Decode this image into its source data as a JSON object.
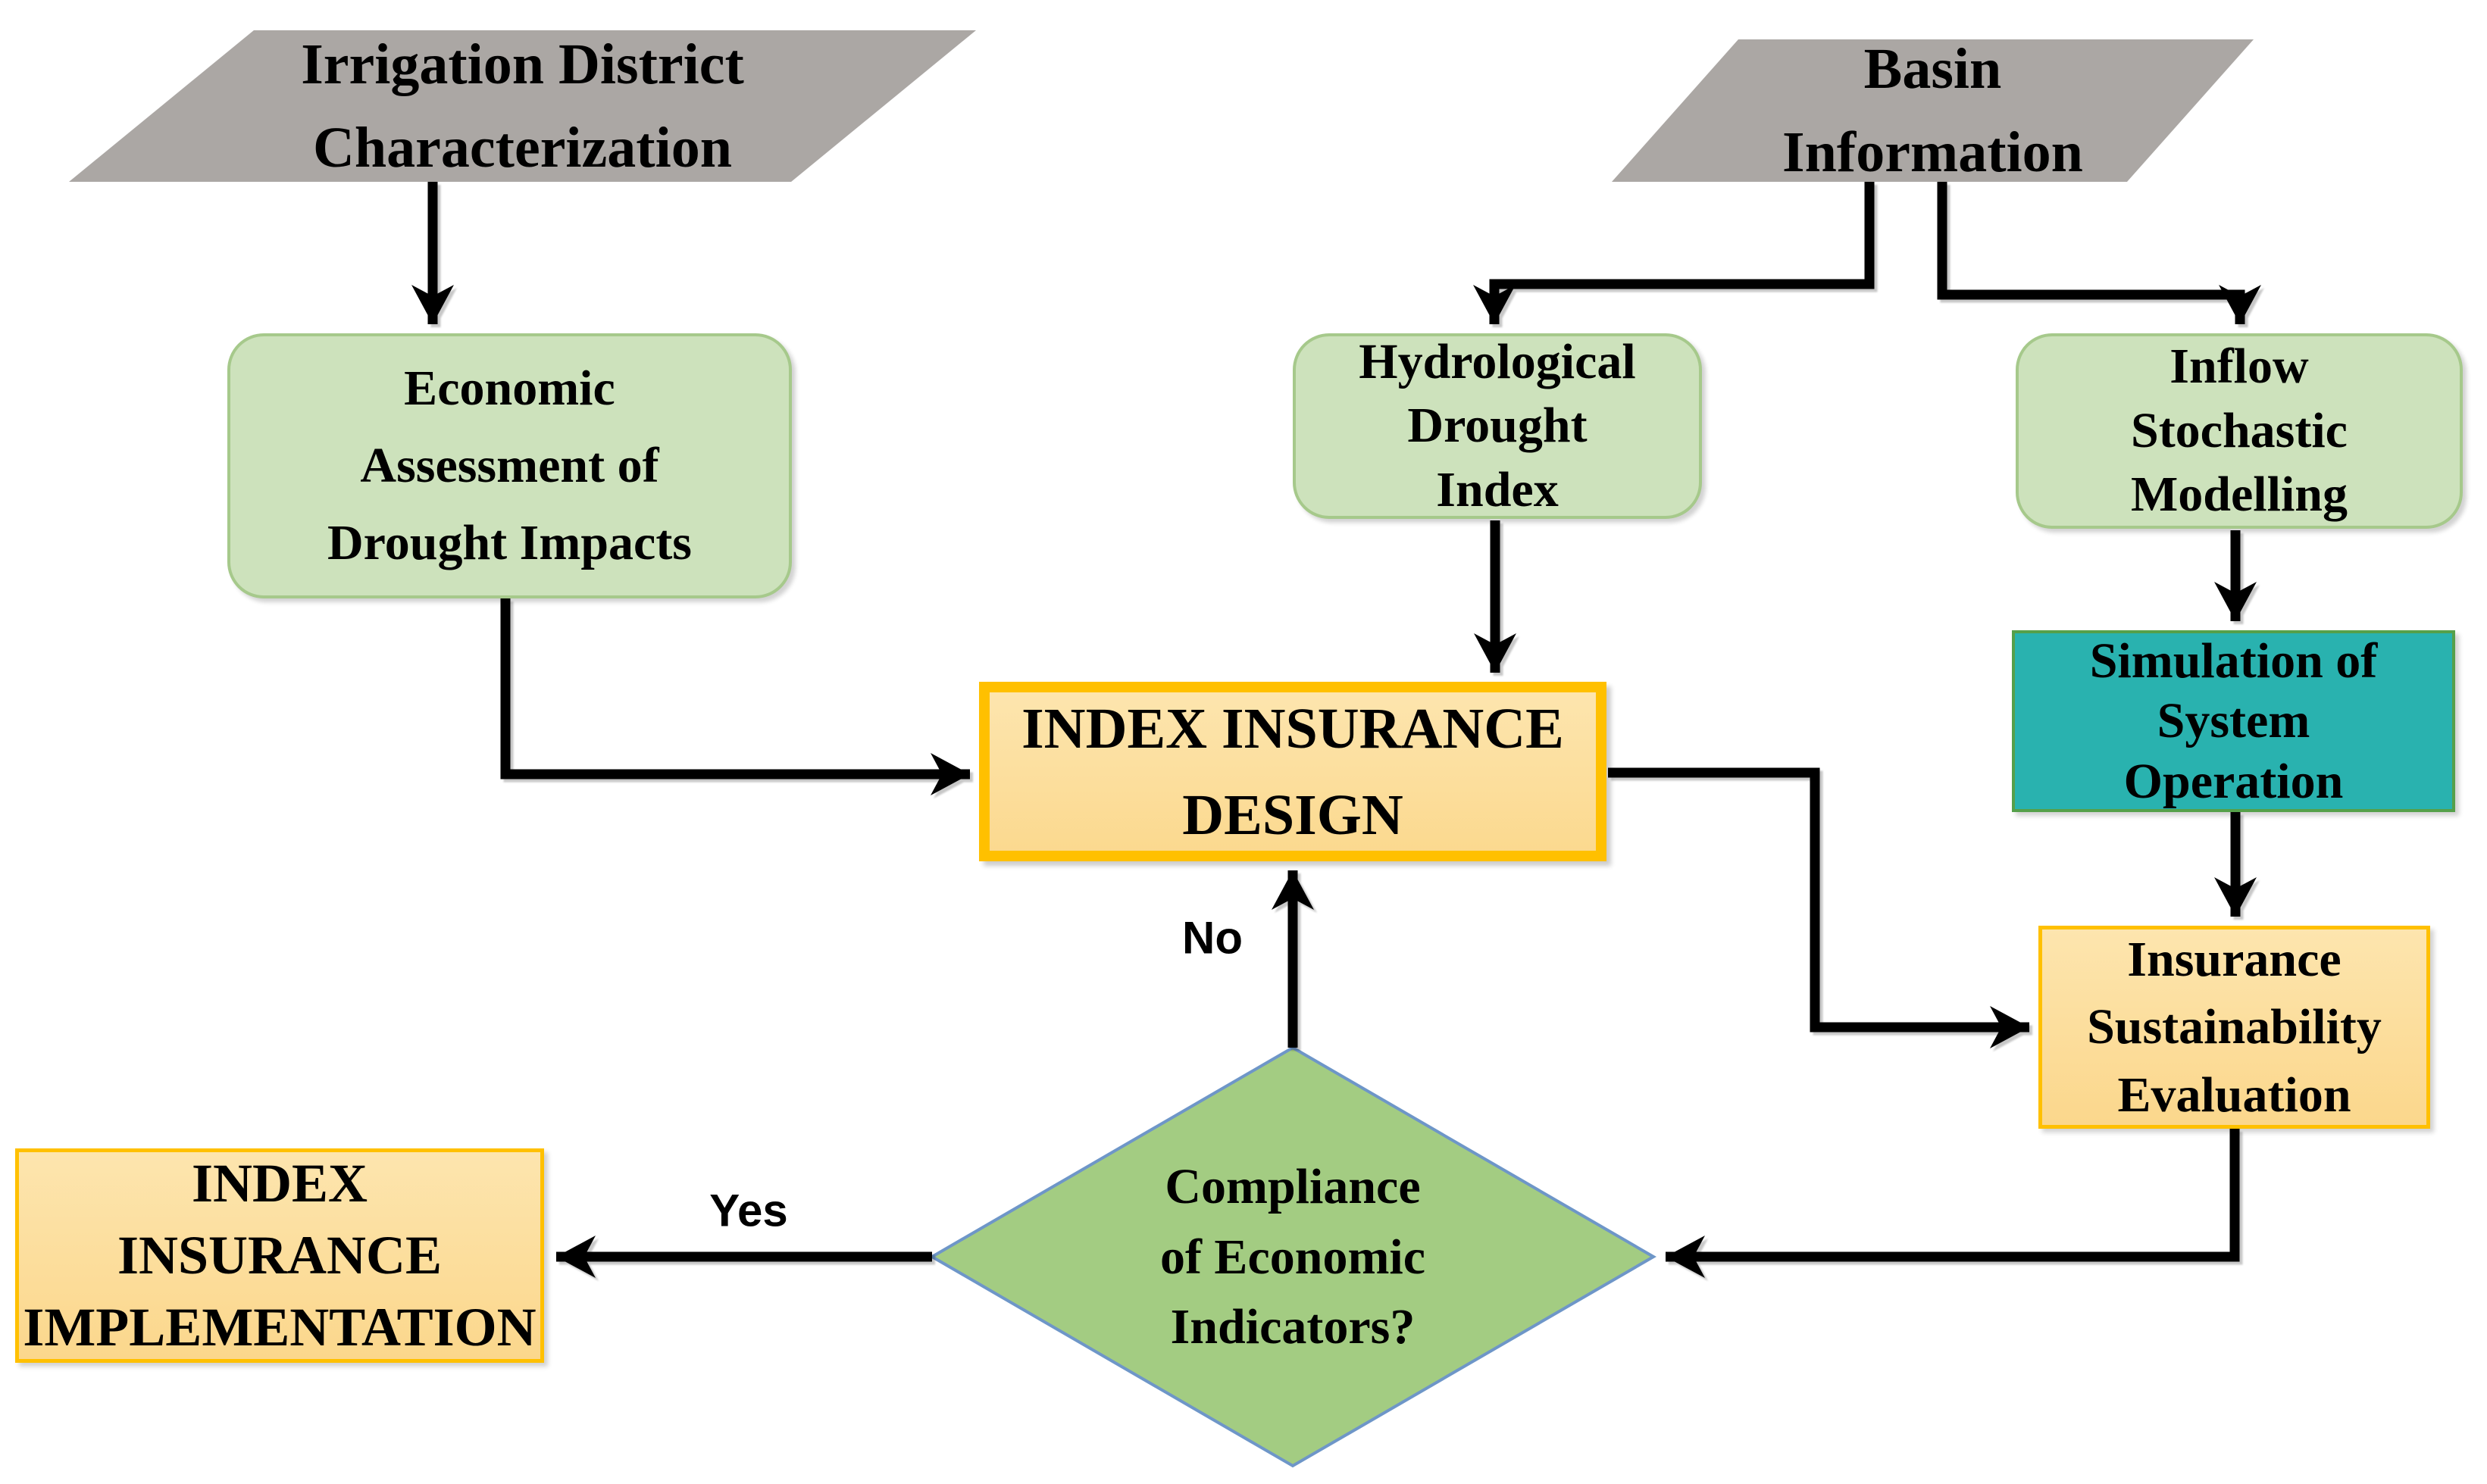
{
  "figure": {
    "type": "flowchart",
    "background": "#FFFFFF"
  },
  "colors": {
    "input_fill": "#ABA7A4",
    "process_fill": "#CDE2BC",
    "process_border": "#A6C98B",
    "simulation_fill": "#29B2AF",
    "simulation_border": "#55A04A",
    "highlight_fill": "#FCDE9D",
    "highlight_border": "#FFC000",
    "decision_fill": "#A3CC82",
    "decision_border": "#6E96C8",
    "connector": "#000000",
    "text": "#000000"
  },
  "nodes": {
    "irrigation": {
      "shape": "parallelogram",
      "lines": [
        "Irrigation District",
        "Characterization"
      ]
    },
    "basin": {
      "shape": "parallelogram",
      "lines": [
        "Basin",
        "Information"
      ]
    },
    "economic": {
      "shape": "rounded-rect",
      "lines": [
        "Economic",
        "Assessment of",
        "Drought Impacts"
      ]
    },
    "hydrological": {
      "shape": "rounded-rect",
      "lines": [
        "Hydrological",
        "Drought",
        "Index"
      ]
    },
    "inflow": {
      "shape": "rounded-rect",
      "lines": [
        "Inflow",
        "Stochastic",
        "Modelling"
      ]
    },
    "simulation": {
      "shape": "rect",
      "lines": [
        "Simulation of",
        "System",
        "Operation"
      ]
    },
    "design": {
      "shape": "rect",
      "lines": [
        "INDEX INSURANCE",
        "DESIGN"
      ]
    },
    "sustainability": {
      "shape": "rect",
      "lines": [
        "Insurance",
        "Sustainability",
        "Evaluation"
      ]
    },
    "decision": {
      "shape": "diamond",
      "lines": [
        "Compliance",
        "of Economic",
        "Indicators?"
      ]
    },
    "implementation": {
      "shape": "rect",
      "lines": [
        "INDEX",
        "INSURANCE",
        "IMPLEMENTATION"
      ]
    }
  },
  "edge_labels": {
    "no": "No",
    "yes": "Yes"
  }
}
